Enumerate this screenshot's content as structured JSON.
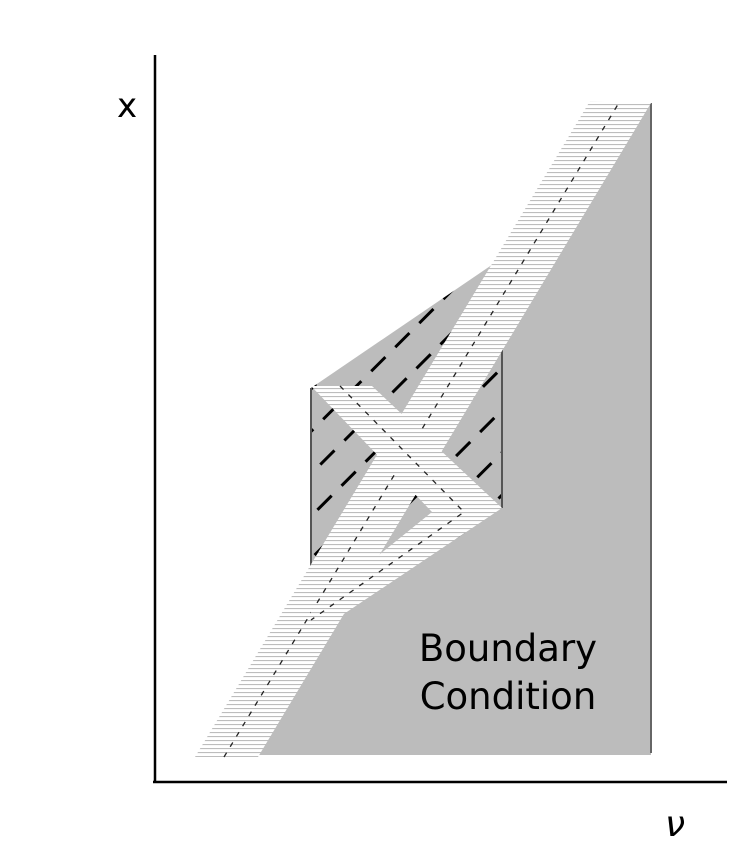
{
  "axes": {
    "y_label": "x",
    "x_label": "ν"
  },
  "region_label": {
    "line1": "Boundary",
    "line2": "Condition"
  },
  "colors": {
    "region_fill": "#bcbcbc",
    "hatch_band": "#c8c8c8",
    "axis": "#000000"
  }
}
